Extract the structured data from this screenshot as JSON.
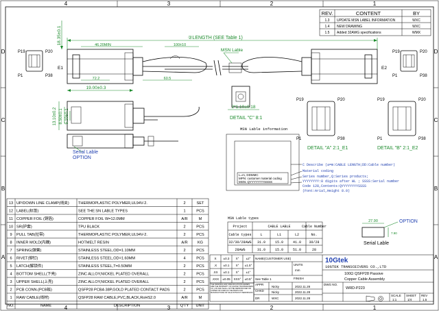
{
  "frame": {
    "cols_top": [
      "4",
      "3",
      "2",
      "1"
    ],
    "rows_left": [
      "D",
      "C",
      "B",
      "A"
    ]
  },
  "revision": {
    "headers": [
      "REV.",
      "CONTENT",
      "BY"
    ],
    "rows": [
      {
        "rev": "1.3",
        "content": "UPDATE MSN LABEL INFORMATION",
        "by": "WXC"
      },
      {
        "rev": "1.4",
        "content": "NEW DRAWING",
        "by": "WXC"
      },
      {
        "rev": "1.5",
        "content": "Added 32AWG specifications",
        "by": "WMX"
      }
    ]
  },
  "drawing": {
    "length": "②LENGTH (SEE Table 1)",
    "msn_label": "MSN Lable",
    "dim_height": "18.35±0.1",
    "dim_width": "19.00±0.3",
    "dim_thick_a": "13.10±0.2",
    "dim_thick_b": "8.50±0.1",
    "dim_c": "5.10±0.1",
    "dim_cable": "100±10",
    "dim_pull": "46.20MIN",
    "dim_left_a": "72.2",
    "dim_left_b": "60.5",
    "dim_det_c": "2*1.10±0.18",
    "e1": "E1",
    "e2": "E2",
    "p19": "P19",
    "p20": "P20",
    "p1": "P1",
    "p38": "P38",
    "detail_c": "DETAIL \"C\" 8:1",
    "detail_a": "DETAIL \"A\" 2:1_E1",
    "detail_b": "DETAIL \"B\" 2:1_E2",
    "serial_label": "Serial Lable",
    "option": "OPTION"
  },
  "msn": {
    "title": "MSN Lable information",
    "line1": "L=m, DDMMC",
    "line2": "MPN: customer material coding",
    "line3": "MSN: QYYYYYYYSSSS",
    "desc": [
      "C Describe (a=m:CABLE LENGTH;DD:Cable number)",
      "Material coding",
      "Series number,Q:Series products;",
      "YYYYYYYY:8 digits after WL ; SSSS:Serial number",
      "Code 128,Contents:QYYYYYYYYSSSS",
      "(Font:Arial,Height 8.0)"
    ]
  },
  "cable_table": {
    "title": "MSN Lable types",
    "headers": [
      "Project",
      "CABLE LABLE",
      "Cable Number"
    ],
    "subheads": [
      "Cable types",
      "L",
      "L1",
      "L2",
      "No."
    ],
    "rows": [
      [
        "32/30/28AWG",
        "31.0",
        "15.0",
        "41.0",
        "30/28"
      ],
      [
        "28AWG",
        "31.0",
        "15.0",
        "51.0",
        "28"
      ]
    ]
  },
  "serial_option": {
    "dim": "27.90",
    "dim2": "7.90",
    "option": "OPTION",
    "label": "Serial Lable"
  },
  "bom": {
    "footer": [
      "NO.",
      "NAME",
      "DESCRIPTION",
      "Q'TY",
      "UNIT"
    ],
    "rows": [
      [
        "13",
        "UP/DOWN LINE CLAMP(线夹)",
        "THERMOPLASTIC POLYMER,UL94V-2.",
        "2",
        "SET"
      ],
      [
        "12",
        "LABEL(标签)",
        "SEE THE:SN LABLE TYPES",
        "1",
        "PCS"
      ],
      [
        "11",
        "COPPER FOIL (铜箔)",
        "COPPER FOIL W=12.0MM",
        "A/R",
        "M"
      ],
      [
        "10",
        "SR(护套)",
        "TPU BLACK",
        "2",
        "PCS"
      ],
      [
        "9",
        "PULL TAB(拉带)",
        "THERMOPLASTIC POLYMER,UL94V-2.",
        "2",
        "PCS"
      ],
      [
        "8",
        "INNER MOLD(内模)",
        "HOTMELT RESIN",
        "A/R",
        "KG"
      ],
      [
        "7",
        "SPRING(弹簧)",
        "STAINLESS STEEL,OD=1.10MM",
        "2",
        "PCS"
      ],
      [
        "6",
        "RIVET(铆钉)",
        "STAINLESS STEEL,OD=1.60MM",
        "4",
        "PCS"
      ],
      [
        "5",
        "LATCH(解锁件)",
        "STAINLESS STEEL,T=0.50MM",
        "2",
        "PCS"
      ],
      [
        "4",
        "BOTTOM SHELL(下壳)",
        "ZINC ALLOY,NICKEL PLATED OVERALL",
        "2",
        "PCS"
      ],
      [
        "3",
        "UPPER SHELL(上壳)",
        "ZINC ALLOY,NICKEL PLATED OVERALL",
        "2",
        "PCS"
      ],
      [
        "2",
        "PCB CONN.(PCB板)",
        "QSFP28 PCBA 38P,GOLD PLATED CONTACT PADS",
        "2",
        "PCS"
      ],
      [
        "1",
        "RAW CABLE(线材)",
        "QSFP28 RAW CABLE,PVC,BLACK,RoHS2.0",
        "A/R",
        "M"
      ]
    ]
  },
  "tolerance": {
    "rows": [
      [
        "X",
        "±0.3",
        "X°",
        "±2°"
      ],
      [
        ".X",
        "±0.1",
        "X°",
        "±1.5°"
      ],
      [
        ".XX",
        "±0.1",
        "X°",
        "±1°"
      ],
      [
        ".XXX",
        "±0.05",
        "XXX°",
        "±0.5°"
      ]
    ],
    "note": "THE DRAWING AND SPECIFICATIONS HEREIN ARE THE PROPERTY OF 10GTEK TRANSCEIVERS CO.,LTD AND SHALL NOT BE REPRODUCED OR COPIED OR USED AS THE BASIS FOR MANUFACTURE OR SALE WITHOUT PERMISSION"
  },
  "title_block": {
    "name_label": "NAME(CUSTOMER USE)",
    "units_label": "UNITS",
    "units": "mm",
    "finish_label": "FINISH",
    "see_table": "See Table 1",
    "appr_label": "APPR",
    "appr_name": "Nicky",
    "appr_date": "2022.11.28",
    "chkd_label": "CHKD",
    "chkd_name": "Nicky",
    "chkd_date": "2022.11.28",
    "dr_label": "DR",
    "dr_name": "WXC",
    "dr_date": "2022.11.28",
    "logo": "10Gtek",
    "company": "10GTEK TRANSCEIVERS CO.,LTD",
    "product_line1": "100Ω QSFP28 Passive",
    "product_line2": "Copper Cable Assembly",
    "dwg_label": "DWG NO.",
    "dwg_no": "WRD-P223",
    "scale_label": "SCALE",
    "scale": "1:1",
    "sheet_label": "SHEET",
    "sheet": "1/4",
    "rev_label": "REV",
    "rev": "1.5"
  }
}
